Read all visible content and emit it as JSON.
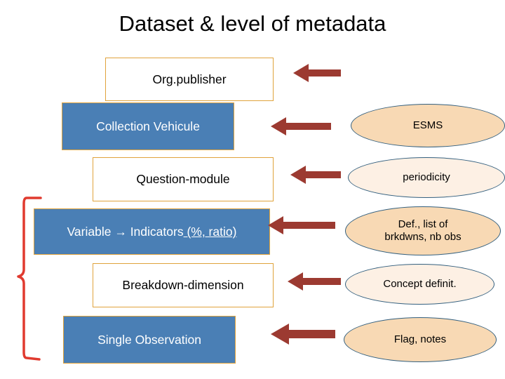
{
  "title": "Dataset & level of metadata",
  "colors": {
    "box_blue_fill": "#4a7fb5",
    "box_border": "#e0a33c",
    "ellipse_border": "#34607f",
    "ellipse_dark_fill": "#f8d9b4",
    "ellipse_light_fill": "#fdf0e4",
    "arrow_fill": "#9c3a31",
    "bracket_stroke": "#e03a2f",
    "text_dark": "#000000",
    "text_light": "#ffffff"
  },
  "levels": [
    {
      "box_label": "Org.publisher",
      "box_style": "white",
      "ellipse_label": "",
      "has_ellipse": false,
      "has_arrow": true
    },
    {
      "box_label": "Collection Vehicule",
      "box_style": "blue",
      "ellipse_label": "ESMS",
      "has_ellipse": true,
      "has_arrow": true
    },
    {
      "box_label": "Question-module",
      "box_style": "white",
      "ellipse_label": "periodicity",
      "has_ellipse": true,
      "has_arrow": true
    },
    {
      "box_label": "Variable → Indicators (%, ratio)",
      "box_label_plain": "Variable → Indicators",
      "box_label_underlined": " (%, ratio)",
      "box_style": "blue",
      "ellipse_label": "Def., list of brkdwns, nb obs",
      "ellipse_line1": "Def., list of",
      "ellipse_line2": "brkdwns, nb obs",
      "has_ellipse": true,
      "has_arrow": true
    },
    {
      "box_label": "Breakdown-dimension",
      "box_style": "white",
      "ellipse_label": "Concept definit.",
      "has_ellipse": true,
      "has_arrow": true
    },
    {
      "box_label": "Single Observation",
      "box_style": "blue",
      "ellipse_label": "Flag, notes",
      "has_ellipse": true,
      "has_arrow": true
    }
  ]
}
